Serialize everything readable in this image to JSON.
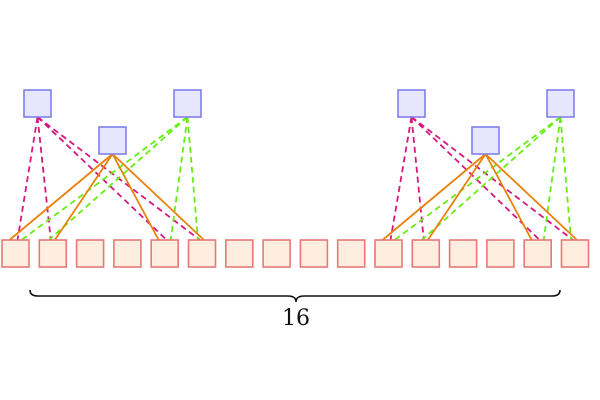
{
  "bottom_row_count": 16,
  "brace_label": "16",
  "colors": {
    "bottom_fill": "#fdeee0",
    "bottom_stroke": "#e87878",
    "top_fill": "#e6e6ff",
    "top_stroke": "#8080e8",
    "magenta_dash": "#d6177e",
    "green_dash": "#66ee11",
    "orange_solid": "#e8820c",
    "brace": "#111111"
  },
  "groups": [
    {
      "left_node": {
        "links_to_bottom": [
          1,
          2
        ],
        "links_to_bottom_far": [
          5,
          6
        ]
      },
      "middle_node": {
        "links_to_bottom": [
          1,
          2,
          5,
          6
        ]
      },
      "right_node": {
        "links_to_bottom": [
          1,
          2,
          5,
          6
        ]
      }
    },
    {
      "left_node": {
        "links_to_bottom": [
          11,
          12
        ],
        "links_to_bottom_far": [
          15,
          16
        ]
      },
      "middle_node": {
        "links_to_bottom": [
          11,
          12,
          15,
          16
        ]
      },
      "right_node": {
        "links_to_bottom": [
          11,
          12,
          15,
          16
        ]
      }
    }
  ]
}
